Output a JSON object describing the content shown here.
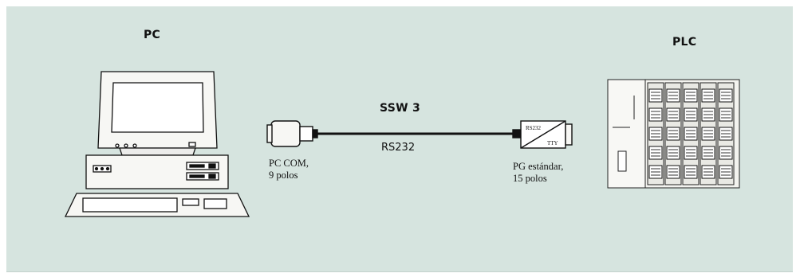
{
  "diagram": {
    "pc_title": "PC",
    "plc_title": "PLC",
    "cable_title": "SSW 3",
    "cable_protocol": "RS232",
    "pc_port_label": "PC COM,\n9 polos",
    "plc_port_label": "PG estándar,\n15 polos",
    "converter_top_text": "RS232",
    "converter_bottom_text": "TTY",
    "background_color": "#d6e4df"
  }
}
